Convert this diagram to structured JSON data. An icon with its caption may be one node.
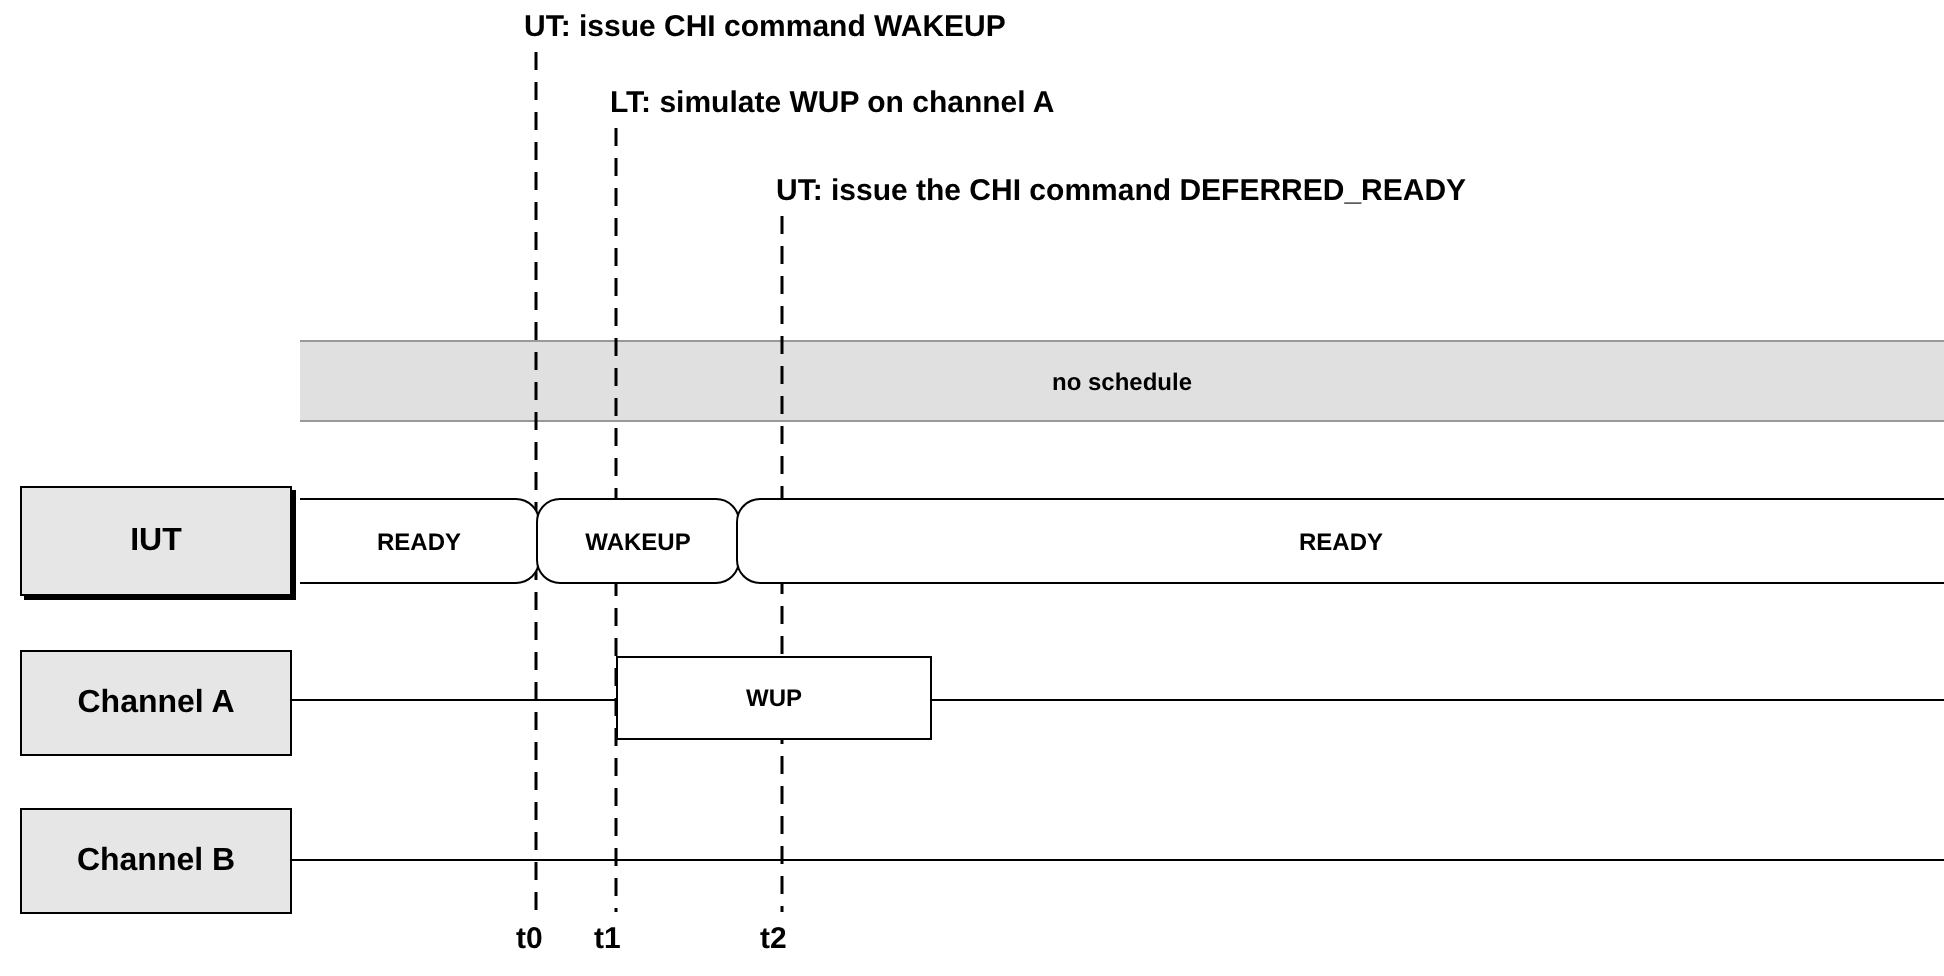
{
  "diagram": {
    "nodes": [
      {
        "text": [
          "no schedule"
        ]
      },
      {
        "text": [
          "IUT"
        ]
      },
      {
        "text": [
          "READY"
        ]
      },
      {
        "text": [
          "WAKEUP"
        ]
      },
      {
        "text": [
          "READY"
        ]
      },
      {
        "text": [
          "Channel A"
        ]
      },
      {
        "text": [
          "WUP"
        ]
      },
      {
        "text": [
          "Channel B"
        ]
      }
    ],
    "edges": [],
    "labels": [
      "UT: issue CHI command WAKEUP",
      "LT: simulate WUP on channel A",
      "UT: issue the CHI command DEFERRED_READY",
      "t0",
      "t1",
      "t2"
    ]
  }
}
